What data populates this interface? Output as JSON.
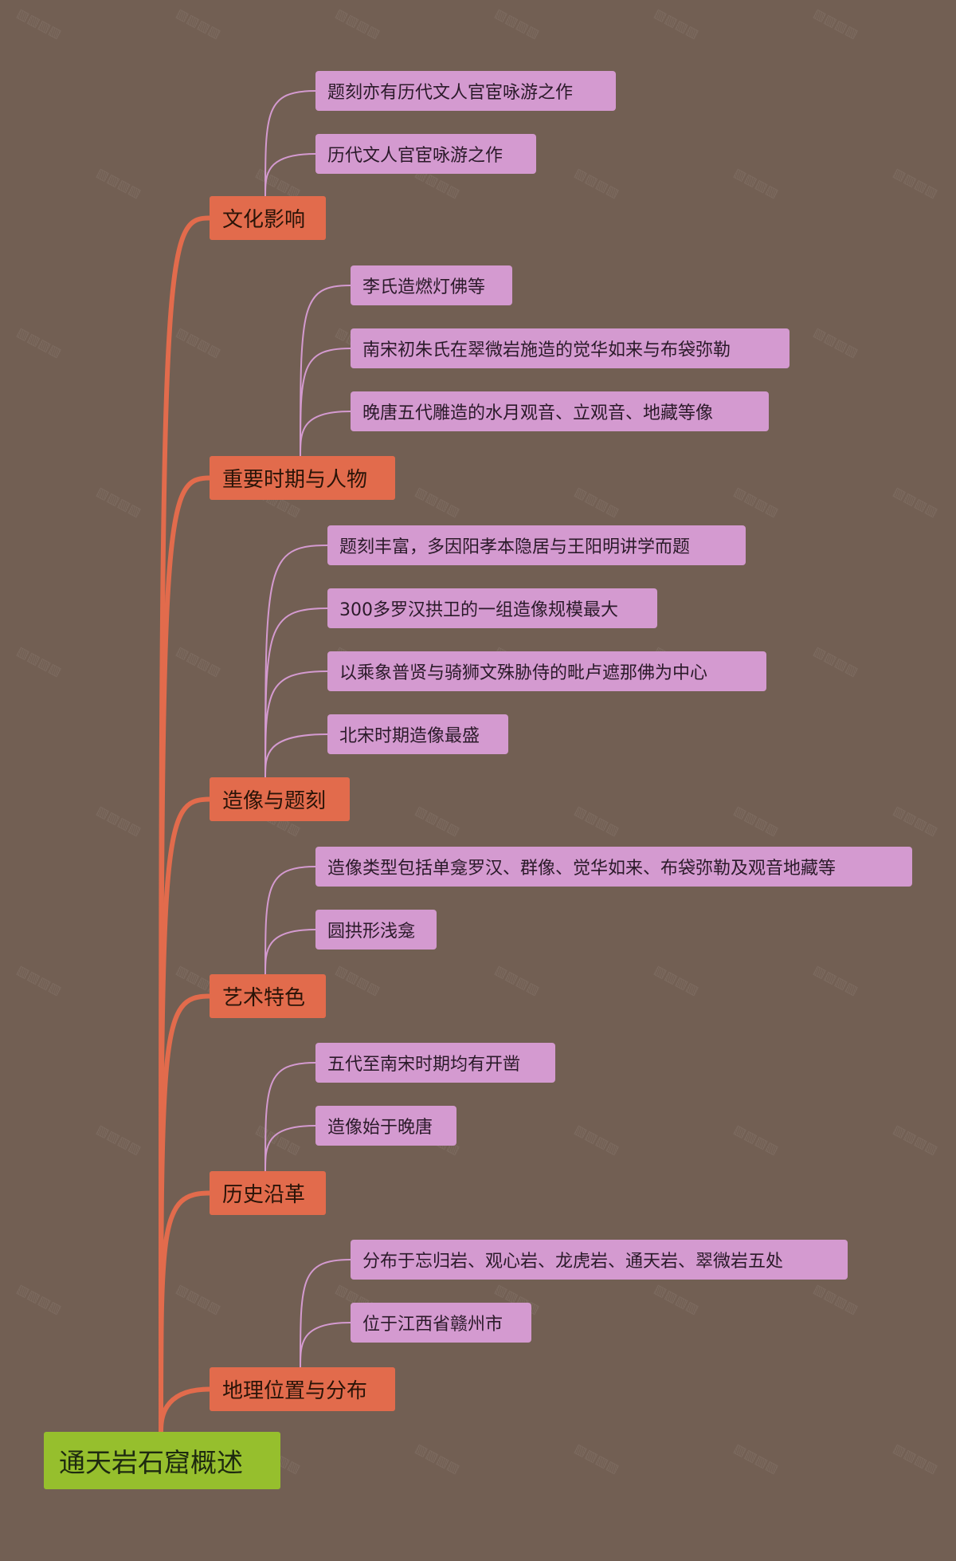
{
  "root": {
    "label": "通天岩石窟概述"
  },
  "colors": {
    "background": "#725f53",
    "root": "#96bf2d",
    "branch": "#e26b4c",
    "leaf": "#d49ad0",
    "trunk_line": "#e26b4c",
    "leaf_line": "#d49ad0"
  },
  "branches": [
    {
      "label": "文化影响",
      "children": [
        "题刻亦有历代文人官宦咏游之作",
        "历代文人官宦咏游之作"
      ]
    },
    {
      "label": "重要时期与人物",
      "children": [
        "李氏造燃灯佛等",
        "南宋初朱氏在翠微岩施造的觉华如来与布袋弥勒",
        "晚唐五代雕造的水月观音、立观音、地藏等像"
      ]
    },
    {
      "label": "造像与题刻",
      "children": [
        "题刻丰富，多因阳孝本隐居与王阳明讲学而题",
        "300多罗汉拱卫的一组造像规模最大",
        "以乘象普贤与骑狮文殊胁侍的毗卢遮那佛为中心",
        "北宋时期造像最盛"
      ]
    },
    {
      "label": "艺术特色",
      "children": [
        "造像类型包括单龛罗汉、群像、觉华如来、布袋弥勒及观音地藏等",
        "圆拱形浅龛"
      ]
    },
    {
      "label": "历史沿革",
      "children": [
        "五代至南宋时期均有开凿",
        "造像始于晚唐"
      ]
    },
    {
      "label": "地理位置与分布",
      "children": [
        "分布于忘归岩、观心岩、龙虎岩、通天岩、翠微岩五处",
        "位于江西省赣州市"
      ]
    }
  ]
}
